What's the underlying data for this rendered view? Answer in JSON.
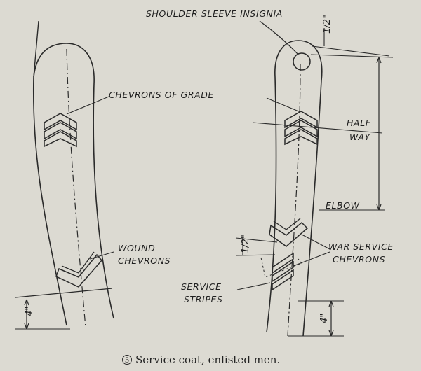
{
  "labels": {
    "shoulder_sleeve_insignia": "SHOULDER SLEEVE INSIGNIA",
    "chevrons_of_grade": "CHEVRONS OF GRADE",
    "half": "HALF",
    "way": "WAY",
    "elbow": "ELBOW",
    "wound": "WOUND",
    "chevrons": "CHEVRONS",
    "war_service": "WAR SERVICE",
    "war_chevrons": "CHEVRONS",
    "service": "SERVICE",
    "stripes": "STRIPES"
  },
  "dimensions": {
    "left_cuff": "4\"",
    "right_cuff": "4\"",
    "top_gap": "1/2\"",
    "war_gap": "1/2\""
  },
  "caption": {
    "number": "5",
    "text": "Service coat, enlisted men."
  }
}
